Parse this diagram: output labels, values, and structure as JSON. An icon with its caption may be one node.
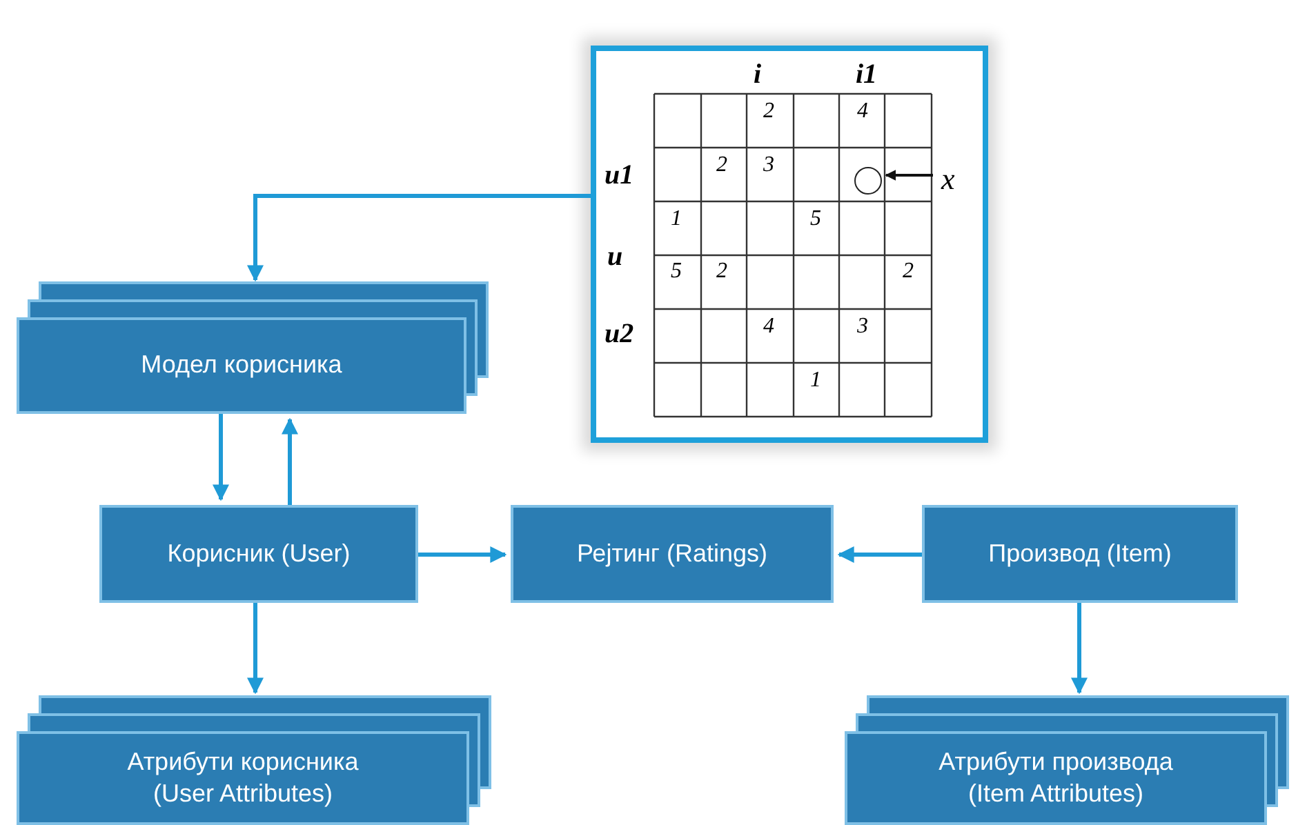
{
  "diagram": {
    "nodes": [
      {
        "text": [],
        "shape": "box"
      },
      {
        "text": [],
        "shape": "circle",
        "in": 0
      },
      {
        "text": [
          "x"
        ],
        "in": 0
      },
      {
        "text": [
          "Модел корисника"
        ]
      },
      {
        "text": [
          "Корисник (User)"
        ]
      },
      {
        "text": [
          "Рејтинг (Ratings)"
        ]
      },
      {
        "text": [
          "Производ (Item)"
        ]
      },
      {
        "text": [
          "Атрибути корисника (User Attributes)"
        ]
      },
      {
        "text": [
          "Атрибути производа (Item Attributes)"
        ]
      }
    ],
    "edges": [
      {
        "from": 2,
        "to": 1,
        "arrow": "to",
        "color": "#111111"
      },
      {
        "from": 0,
        "to": 3,
        "arrow": "to"
      },
      {
        "from": 3,
        "to": 4,
        "arrow": "to"
      },
      {
        "from": 4,
        "to": 3,
        "arrow": "to"
      },
      {
        "from": 4,
        "to": 5,
        "arrow": "to"
      },
      {
        "from": 6,
        "to": 5,
        "arrow": "to"
      },
      {
        "from": 4,
        "to": 7,
        "arrow": "to"
      },
      {
        "from": 6,
        "to": 8,
        "arrow": "to"
      }
    ],
    "labels": [
      "i",
      "i1",
      "2",
      "4",
      "u1",
      "2",
      "3",
      "1",
      "5",
      "u",
      "5",
      "2",
      "2",
      "u2",
      "4",
      "3",
      "1"
    ]
  }
}
